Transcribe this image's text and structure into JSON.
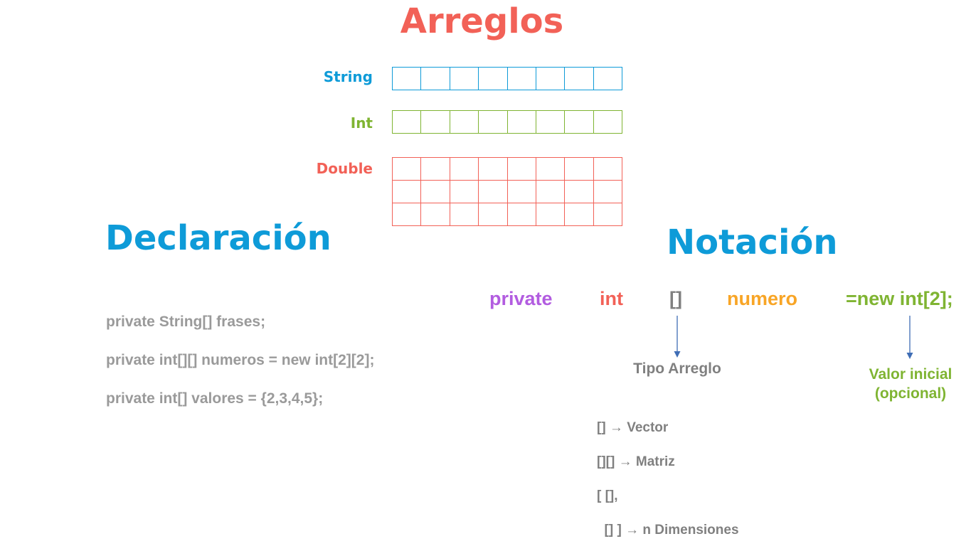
{
  "title": "Arreglos",
  "arrays": {
    "string_label": "String",
    "int_label": "Int",
    "double_label": "Double"
  },
  "declaration": {
    "title": "Declaración",
    "lines": [
      "private String[] frases;",
      "private int[][] numeros = new int[2][2];",
      "private int[] valores = {2,3,4,5};"
    ]
  },
  "notation": {
    "title": "Notación",
    "parts": {
      "modifier": "private",
      "type": "int",
      "brackets": "[]",
      "name": "numero",
      "init": "=new int[2];"
    },
    "type_annotation": "Tipo Arreglo",
    "init_annotation_line1": "Valor inicial",
    "init_annotation_line2": "(opcional)",
    "legend": [
      "[] → Vector",
      "[][] → Matriz",
      "[ [],",
      "  [] ] → n Dimensiones"
    ]
  },
  "colors": {
    "title": "#f26157",
    "string": "#0e9bd8",
    "int": "#7fb432",
    "double": "#f26157",
    "section_title": "#0e9bd8",
    "code": "#9a9a9a",
    "modifier": "#b25ce0",
    "type": "#f26157",
    "brackets": "#808080",
    "name": "#f8a526",
    "init": "#7fb432",
    "arrow": "#3f6db5"
  }
}
